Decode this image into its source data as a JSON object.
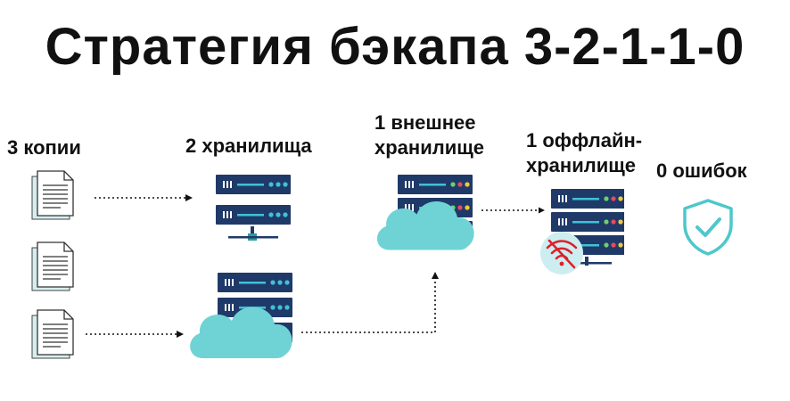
{
  "title": "Стратегия бэкапа 3-2-1-1-0",
  "columns": {
    "copies": "3 копии",
    "storages": "2 хранилища",
    "external_line1": "1 внешнее",
    "external_line2": "хранилище",
    "offline_line1": "1 оффлайн-",
    "offline_line2": "хранилище",
    "errors": "0 ошибок"
  },
  "colors": {
    "server": "#1f3a68",
    "server_stand": "#2a9d9d",
    "cloud": "#6fd3d6",
    "document_shadow": "#d6eef0",
    "shield": "#4fc7cc",
    "no_wifi": "#e0202a",
    "no_wifi_bg": "#cdeef0"
  }
}
